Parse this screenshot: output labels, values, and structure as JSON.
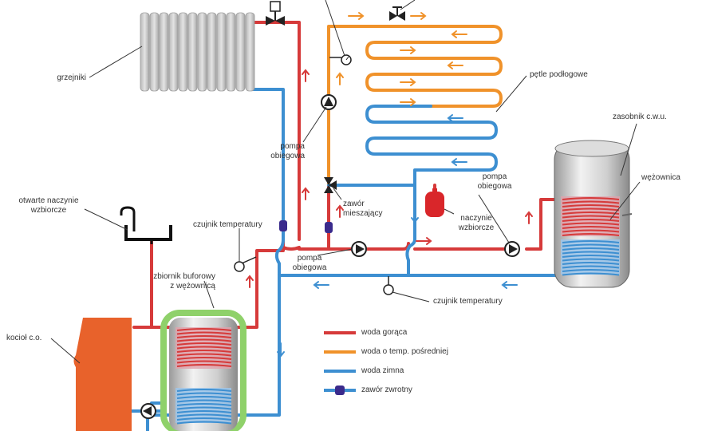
{
  "labels": {
    "radiators": "grzejniki",
    "pump_upper_line1": "pompa",
    "pump_upper_line2": "obiegowa",
    "floor_loops": "pętle podłogowe",
    "dhw_tank": "zasobnik c.w.u.",
    "coil": "wężownica",
    "pump_right_line1": "pompa",
    "pump_right_line2": "obiegowa",
    "mixing_valve_line1": "zawór",
    "mixing_valve_line2": "mieszający",
    "expansion_right_line1": "naczynie",
    "expansion_right_line2": "wzbiorcze",
    "open_vessel_line1": "otwarte naczynie",
    "open_vessel_line2": "wzbiorcze",
    "temp_sensor_left": "czujnik temperatury",
    "pump_lower_line1": "pompa",
    "pump_lower_line2": "obiegowa",
    "buffer_line1": "zbiornik buforowy",
    "buffer_line2": "z wężownicą",
    "temp_sensor_bottom": "czujnik temperatury",
    "boiler": "kocioł c.o."
  },
  "legend": [
    {
      "text": "woda gorąca",
      "color": "#d63a3a",
      "kind": "line"
    },
    {
      "text": "woda o temp. pośredniej",
      "color": "#f0922a",
      "kind": "line"
    },
    {
      "text": "woda zimna",
      "color": "#3d8fd1",
      "kind": "line"
    },
    {
      "text": "zawór zwrotny",
      "color": "#3a2a8c",
      "kind": "valve"
    }
  ],
  "colors": {
    "hot": "#d63a3a",
    "intermediate": "#f0922a",
    "cold": "#3d8fd1",
    "check_valve": "#3a2a8c",
    "boiler": "#e8622b",
    "buffer_outline": "#8fd16a"
  }
}
